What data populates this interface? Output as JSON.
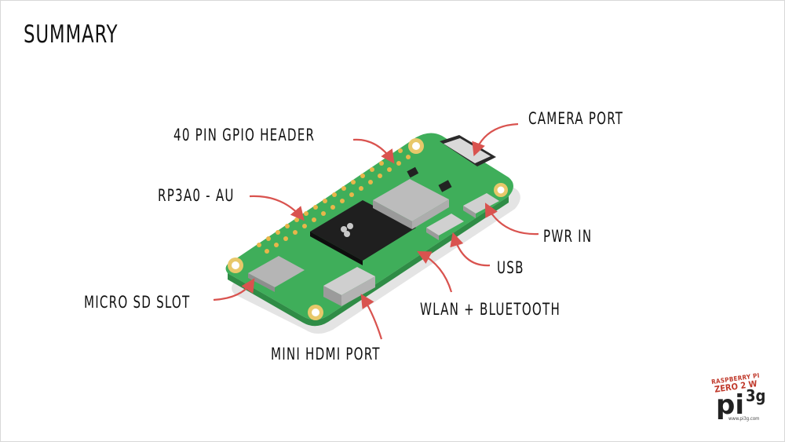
{
  "title": "SUMMARY",
  "labels": {
    "camera_port": "CAMERA PORT",
    "gpio_header": "40 PIN GPIO HEADER",
    "soc": "RP3A0 - AU",
    "pwr_in": "PWR IN",
    "usb": "USB",
    "micro_sd": "MICRO SD SLOT",
    "wlan_bt": "WLAN + BLUETOOTH",
    "mini_hdmi": "MINI HDMI PORT"
  },
  "logo": {
    "line1": "RASPBERRY PI",
    "line2": "ZERO 2 W",
    "name": "pi",
    "superscript": "3g",
    "url": "www.pi3g.com"
  },
  "colors": {
    "arrow": "#d9534f",
    "board": "#3fae5a",
    "board_dark": "#2f8c46",
    "gold": "#e8b64a"
  }
}
